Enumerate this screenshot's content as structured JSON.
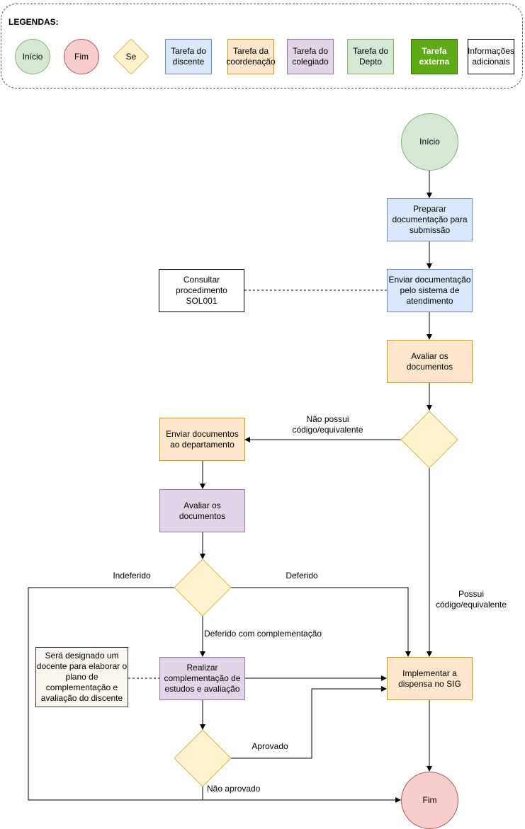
{
  "legend": {
    "title": "LEGENDAS:",
    "items": {
      "inicio": "Início",
      "fim": "Fim",
      "se": "Se",
      "discente": "Tarefa do discente",
      "coordenacao": "Tarefa da coordenação",
      "colegiado": "Tarefa do colegiado",
      "depto": "Tarefa do Depto",
      "externa": "Tarefa externa",
      "info": "Informações adicionais"
    }
  },
  "flow": {
    "start": "Início",
    "preparar": "Preparar documentação para submissão",
    "enviar": "Enviar documentação pelo sistema de atendimento",
    "consultar": "Consultar procedimento SOL001",
    "avaliar_docs": "Avaliar os documentos",
    "enviar_depto": "Enviar documentos ao departamento",
    "avaliar_colegiado": "Avaliar os documentos",
    "realizar": "Realizar complementação de estudos e avaliação",
    "nota_docente": "Será designado um docente para elaborar o plano de complementação e avaliação do discente",
    "implementar": "Implementar a dispensa no SIG",
    "end": "Fim"
  },
  "edge_labels": {
    "nao_possui": "Não possui código/equivalente",
    "possui": "Possui código/equivalente",
    "indeferido": "Indeferido",
    "deferido": "Deferido",
    "deferido_compl": "Deferido com complementação",
    "aprovado": "Aprovado",
    "nao_aprovado": "Não aprovado"
  },
  "colors": {
    "discente": "#dae8fc",
    "coordenacao": "#ffe6cc",
    "colegiado": "#e1d5e7",
    "depto": "#d5e8d4",
    "externa": "#60a917",
    "inicio": "#d5e8d4",
    "fim": "#f8cecc",
    "se": "#fff2cc"
  }
}
